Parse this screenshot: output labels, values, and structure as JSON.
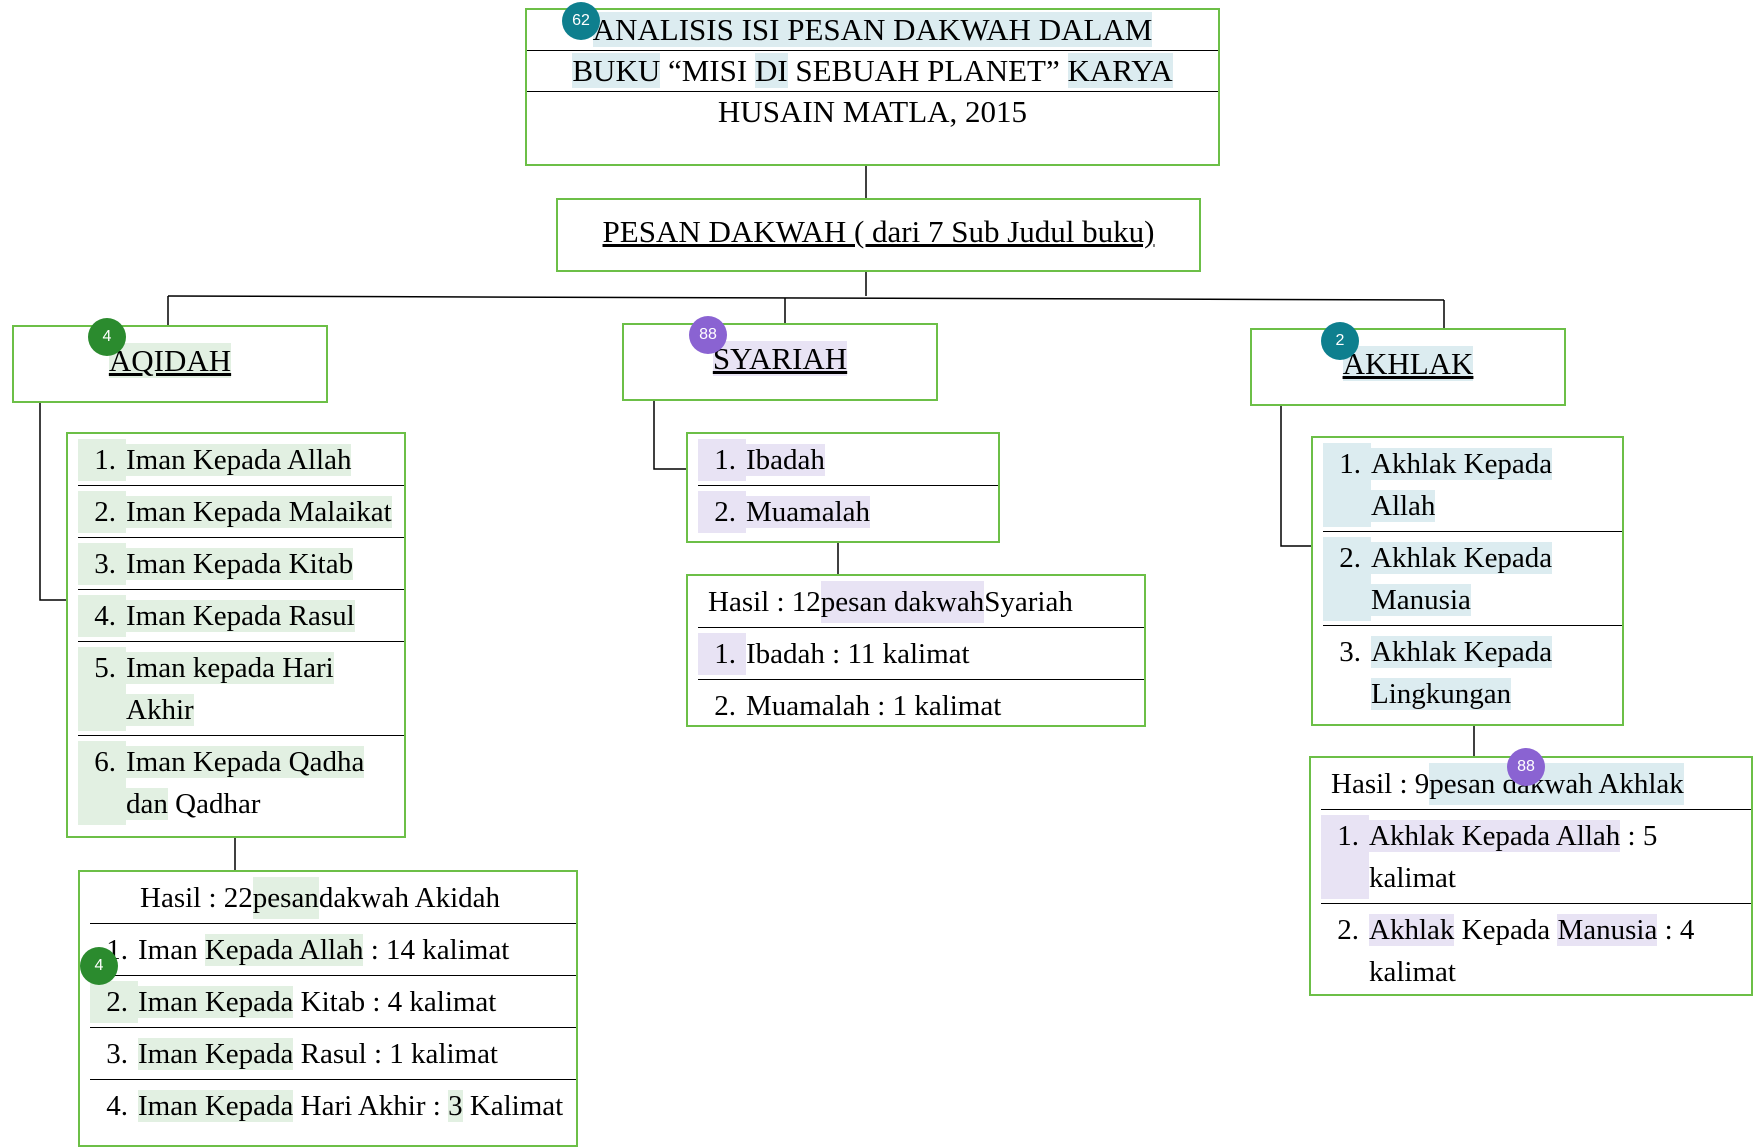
{
  "title": {
    "line1": "ANALISIS ISI PESAN DAKWAH DALAM",
    "line2_a": "BUKU",
    "line2_b": " “MISI ",
    "line2_c": "DI",
    "line2_d": " SEBUAH PLANET” ",
    "line2_e": "KARYA",
    "line3": "HUSAIN MATLA, 2015"
  },
  "subtitle": "PESAN DAKWAH ( dari 7 Sub Judul buku)",
  "categories": {
    "aqidah": "AQIDAH",
    "syariah": "SYARIAH",
    "akhlak": "AKHLAK"
  },
  "aqidah_items": [
    {
      "num": "1.",
      "text": "Iman Kepada Allah"
    },
    {
      "num": "2.",
      "text": "Iman Kepada Malaikat"
    },
    {
      "num": "3.",
      "text": "Iman Kepada Kitab"
    },
    {
      "num": "4.",
      "text": "Iman Kepada Rasul"
    },
    {
      "num": "5.",
      "text": "Iman kepada Hari Akhir"
    },
    {
      "num": "6.",
      "text_a": "Iman Kepada Qadha dan",
      "text_b": " Qadhar"
    }
  ],
  "aqidah_result": {
    "header_a": "Hasil : 22 ",
    "header_b": "pesan",
    "header_c": " dakwah Akidah",
    "items": [
      {
        "num": "1.",
        "a": "Iman ",
        "b": "Kepada Allah",
        "c": " : 14 kalimat"
      },
      {
        "num": "2.",
        "a": "",
        "b": "Iman Kepada",
        "c": " Kitab : 4 kalimat"
      },
      {
        "num": "3.",
        "a": "",
        "b": "Iman Kepada",
        "c": " Rasul : 1 kalimat"
      },
      {
        "num": "4.",
        "a": "",
        "b": "Iman Kepada",
        "c": " Hari Akhir : ",
        "d": "3",
        "e": " Kalimat"
      }
    ]
  },
  "syariah_items": [
    {
      "num": "1.",
      "text": "Ibadah"
    },
    {
      "num": "2.",
      "text": "Muamalah"
    }
  ],
  "syariah_result": {
    "header_a": "Hasil : 12 ",
    "header_b": "pesan dakwah",
    "header_c": " Syariah",
    "items": [
      {
        "num": "1.",
        "text": "Ibadah : 11 kalimat"
      },
      {
        "num": "2.",
        "text": "Muamalah : 1 kalimat"
      }
    ]
  },
  "akhlak_items": [
    {
      "num": "1.",
      "text": "Akhlak Kepada Allah"
    },
    {
      "num": "2.",
      "text": "Akhlak Kepada Manusia"
    },
    {
      "num": "3.",
      "text": "Akhlak Kepada Lingkungan"
    }
  ],
  "akhlak_result": {
    "header_a": "Hasil : 9 ",
    "header_b": "pesan dakwah Akhlak",
    "items": [
      {
        "num": "1.",
        "a": "Akhlak Kepada Allah",
        "b": " : 5 kalimat"
      },
      {
        "num": "2.",
        "a": "Akhlak",
        "b": " Kepada ",
        "c": "Manusia",
        "d": " : 4 kalimat"
      }
    ]
  },
  "badges": {
    "title": "62",
    "aqidah": "4",
    "syariah": "88",
    "akhlak": "2",
    "aqidah_result": "4",
    "akhlak_result": "88"
  },
  "colors": {
    "box_border": "#6cbf47",
    "badge_teal": "#0e7f8e",
    "badge_green": "#2b8b2e",
    "badge_purple": "#8a63d2"
  }
}
